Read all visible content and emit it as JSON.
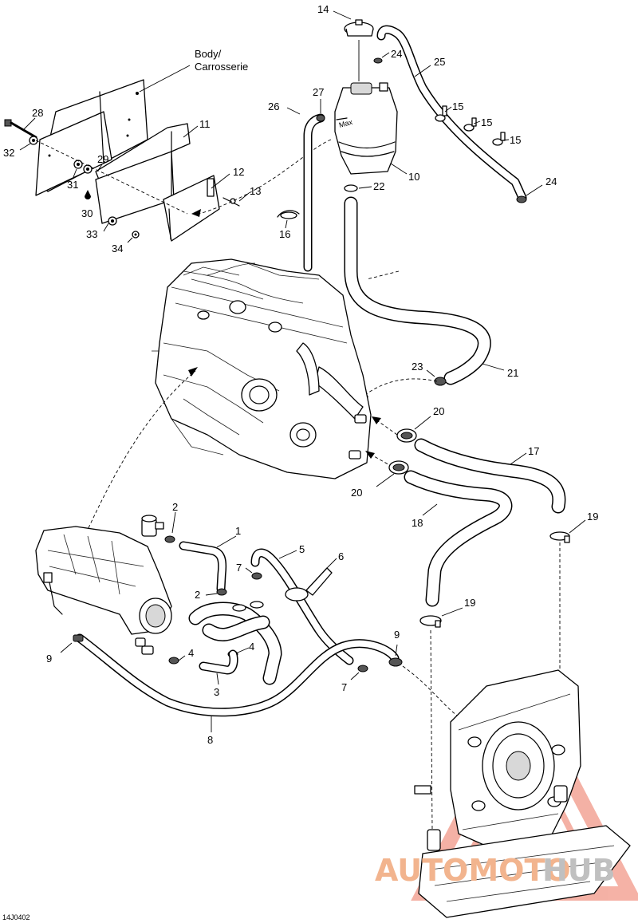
{
  "labels": {
    "body_line1": "Body/",
    "body_line2": "Carrosserie",
    "figure_code": "14J0402",
    "p1": "1",
    "p2a": "2",
    "p2b": "2",
    "p3": "3",
    "p4a": "4",
    "p4b": "4",
    "p5": "5",
    "p6": "6",
    "p7a": "7",
    "p7b": "7",
    "p8": "8",
    "p9a": "9",
    "p9b": "9",
    "p10": "10",
    "p11": "11",
    "p12": "12",
    "p13": "13",
    "p14": "14",
    "p15a": "15",
    "p15b": "15",
    "p15c": "15",
    "p16": "16",
    "p17": "17",
    "p18": "18",
    "p19a": "19",
    "p19b": "19",
    "p20a": "20",
    "p20b": "20",
    "p21": "21",
    "p22": "22",
    "p23": "23",
    "p24a": "24",
    "p24b": "24",
    "p25": "25",
    "p26": "26",
    "p27": "27",
    "p28": "28",
    "p29": "29",
    "p30": "30",
    "p31": "31",
    "p32": "32",
    "p33": "33",
    "p34": "34"
  },
  "watermark": {
    "text_part1": "AUTOMOTO",
    "text_part2": "HUB",
    "color_main": "#e8553a",
    "color_secondary": "#a0a0a0"
  }
}
